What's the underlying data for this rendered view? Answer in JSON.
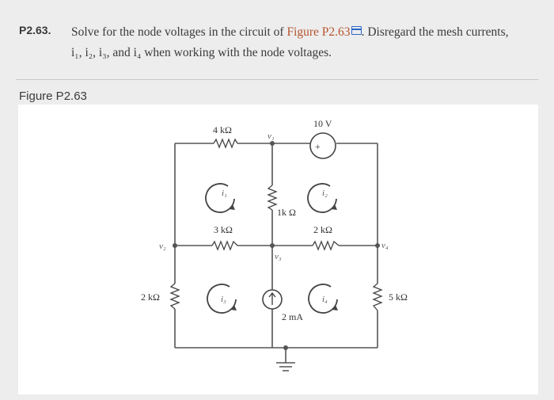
{
  "problem": {
    "number": "P2.63.",
    "text_before_link": "Solve for the node voltages in the circuit of ",
    "link_text": "Figure P2.63",
    "text_after_link": ". Disregard the mesh currents,",
    "text_line2": "i₁, i₂, i₃, and i₄ when working with the node voltages."
  },
  "figure": {
    "title": "Figure P2.63",
    "labels": {
      "r_top": "4 kΩ",
      "v1": "v₁",
      "source_10v": "10 V",
      "i1": "i₁",
      "i2": "i₂",
      "r_1k": "1k Ω",
      "r_3k": "3 kΩ",
      "r_2k_mid": "2 kΩ",
      "v2": "v₂",
      "v3": "v₃",
      "v4": "v₄",
      "r_2k_left": "2 kΩ",
      "i3": "i₃",
      "i4": "i₄",
      "r_5k": "5 kΩ",
      "source_2ma": "2 mA",
      "plus": "+"
    }
  }
}
